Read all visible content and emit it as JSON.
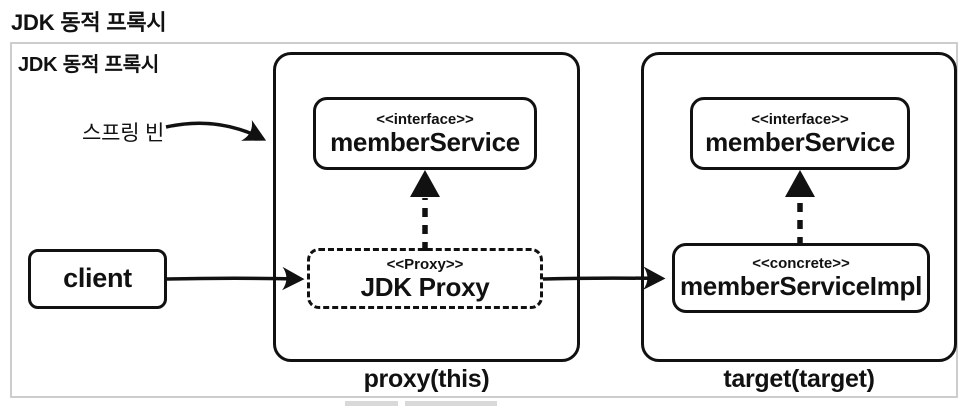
{
  "heading": "JDK 동적 프록시",
  "frame": {
    "label": "JDK 동적 프록시"
  },
  "annotations": {
    "spring_bean": "스프링 빈"
  },
  "nodes": {
    "client": {
      "label": "client"
    },
    "proxy_interface": {
      "stereotype": "<<interface>>",
      "name": "memberService"
    },
    "jdk_proxy": {
      "stereotype": "<<Proxy>>",
      "name": "JDK Proxy"
    },
    "target_interface": {
      "stereotype": "<<interface>>",
      "name": "memberService"
    },
    "target_concrete": {
      "stereotype": "<<concrete>>",
      "name": "memberServiceImpl"
    }
  },
  "captions": {
    "proxy_group": "proxy(this)",
    "target_group": "target(target)"
  },
  "colors": {
    "ink": "#111111",
    "frame_border": "#cccccc",
    "background": "#ffffff",
    "fragment_gray": "#d9d9d9"
  }
}
